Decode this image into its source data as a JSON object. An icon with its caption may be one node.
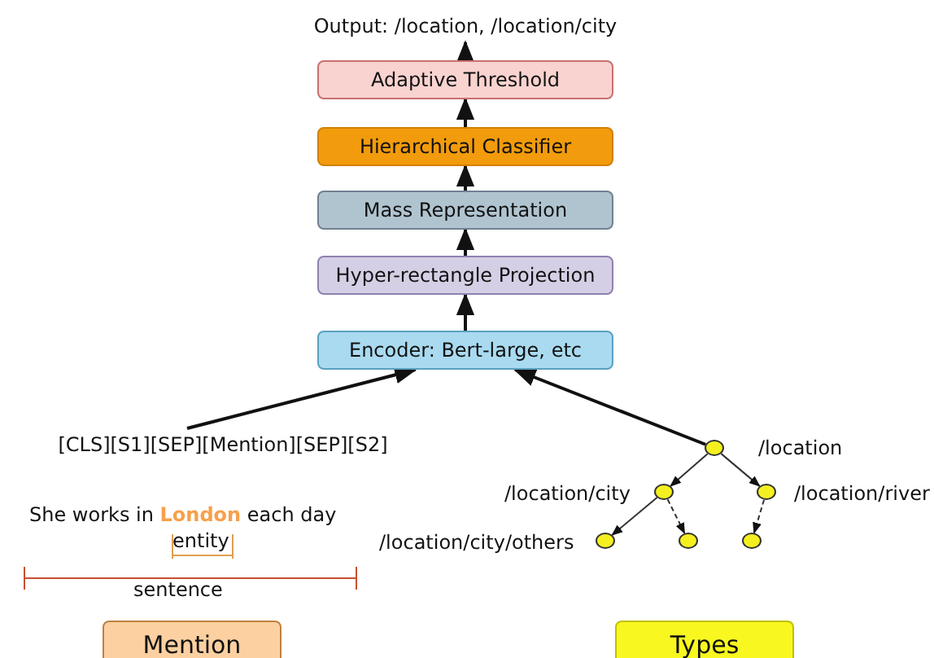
{
  "diagram": {
    "nodes": [
      {
        "text": [
          "Output: /location, /location/city"
        ]
      },
      {
        "text": [
          "Adaptive Threshold"
        ]
      },
      {
        "text": [
          "Hierarchical Classifier"
        ]
      },
      {
        "text": [
          "Mass Representation"
        ]
      },
      {
        "text": [
          "Hyper-rectangle Projection"
        ]
      },
      {
        "text": [
          "Encoder: Bert-large, etc"
        ]
      },
      {
        "text": [
          "[CLS][S1][SEP][Mention][SEP][S2]"
        ]
      },
      {
        "text": [],
        "shape": "circle",
        "beside": [
          "/location"
        ]
      },
      {
        "text": [],
        "shape": "circle",
        "beside": [
          "/location/city"
        ]
      },
      {
        "text": [],
        "shape": "circle",
        "beside": [
          "/location/river"
        ]
      },
      {
        "text": [],
        "shape": "circle",
        "beside": [
          "/location/city/others"
        ]
      },
      {
        "text": [],
        "shape": "circle"
      },
      {
        "text": [],
        "shape": "circle"
      },
      {
        "text": [
          "Mention"
        ]
      },
      {
        "text": [
          "Types"
        ]
      }
    ],
    "edges": [
      {
        "from": 5,
        "to": 4,
        "arrow": "to"
      },
      {
        "from": 4,
        "to": 3,
        "arrow": "to"
      },
      {
        "from": 3,
        "to": 2,
        "arrow": "to"
      },
      {
        "from": 2,
        "to": 1,
        "arrow": "to"
      },
      {
        "from": 1,
        "to": 0,
        "arrow": "to"
      },
      {
        "from": 6,
        "to": 5,
        "arrow": "to"
      },
      {
        "from": 7,
        "to": 5,
        "arrow": "to"
      },
      {
        "from": 7,
        "to": 8,
        "arrow": "to"
      },
      {
        "from": 7,
        "to": 9,
        "arrow": "to"
      },
      {
        "from": 8,
        "to": 10,
        "arrow": "to"
      },
      {
        "from": 8,
        "to": 11,
        "arrow": "to",
        "style": "dashed"
      },
      {
        "from": 9,
        "to": 12,
        "arrow": "to",
        "style": "dashed"
      }
    ],
    "labels": [
      "She works in **London** each day",
      "entity",
      "sentence"
    ]
  }
}
